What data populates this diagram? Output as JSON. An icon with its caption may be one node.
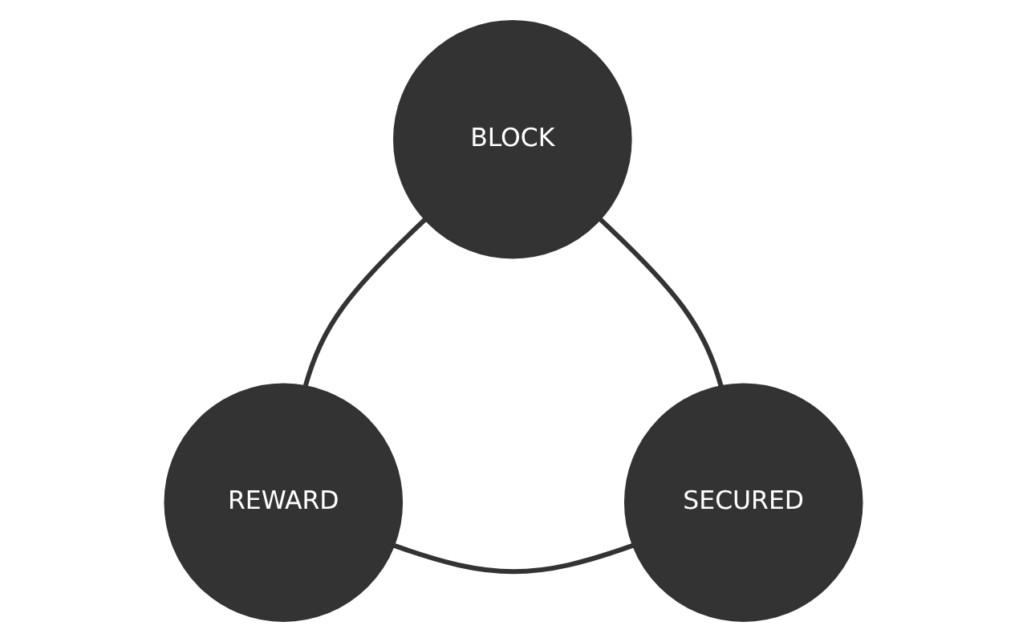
{
  "diagram": {
    "nodes": [
      {
        "text": [
          "BLOCK"
        ]
      },
      {
        "text": [
          "REWARD"
        ]
      },
      {
        "text": [
          "SECURED"
        ]
      }
    ],
    "edges": [
      {
        "from": 0,
        "to": 2,
        "arrow": "none"
      },
      {
        "from": 2,
        "to": 1,
        "arrow": "none"
      },
      {
        "from": 1,
        "to": 0,
        "arrow": "none"
      }
    ]
  }
}
